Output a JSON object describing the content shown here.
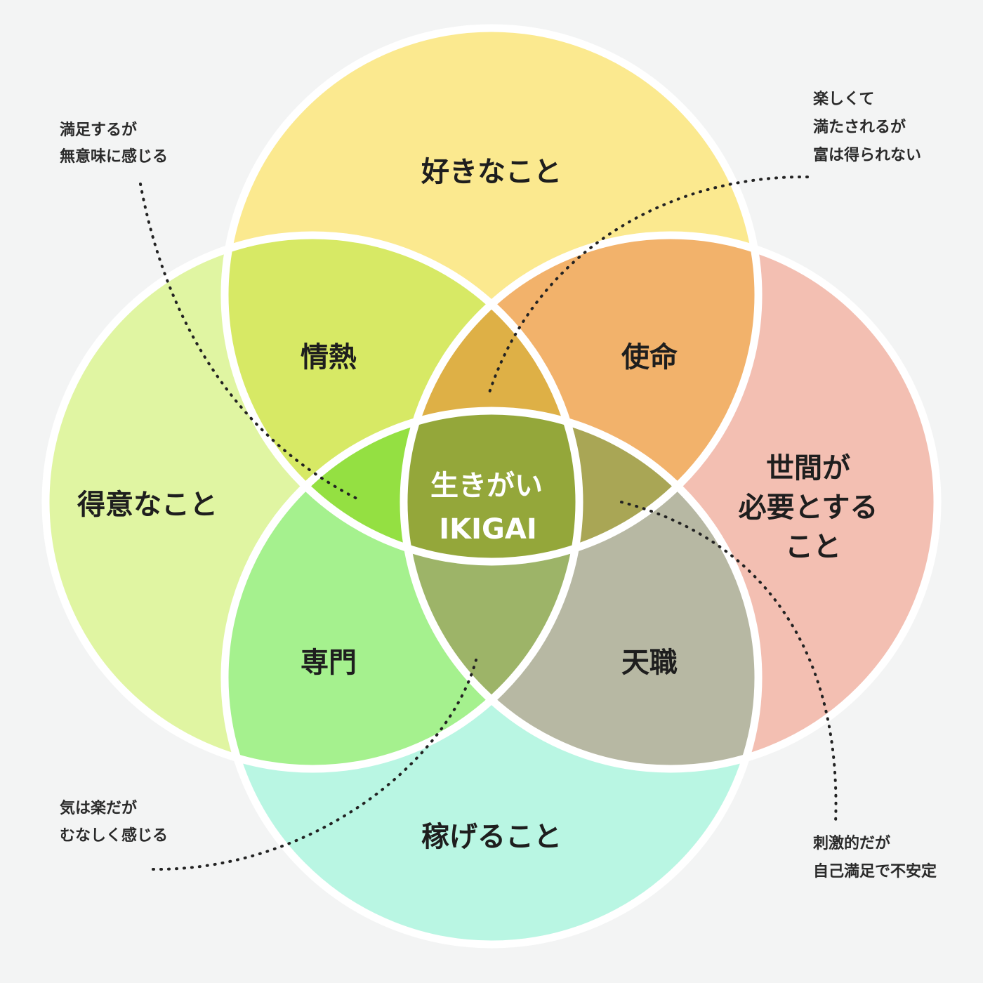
{
  "diagram": {
    "circles": {
      "top": "好きなこと",
      "left": "得意なこと",
      "right": [
        "世間が",
        "必要とする",
        "こと"
      ],
      "bottom": "稼げること"
    },
    "overlaps": {
      "top_left": "情熱",
      "top_right": "使命",
      "bottom_left": "専門",
      "bottom_right": "天職"
    },
    "center": {
      "line1": "生きがい",
      "line2": "IKIGAI"
    },
    "notes": {
      "top_left": [
        "満足するが",
        "無意味に感じる"
      ],
      "top_right": [
        "楽しくて",
        "満たされるが",
        "富は得られない"
      ],
      "bottom_left": [
        "気は楽だが",
        "むなしく感じる"
      ],
      "bottom_right": [
        "刺激的だが",
        "自己満足で不安定"
      ]
    },
    "colors": {
      "top": "#fbe98f",
      "left": "#e0f5a2",
      "right": "#f3bfb2",
      "bottom": "#b9f6e3",
      "passion": "#d7e965",
      "mission": "#f2b26b",
      "profession": "#a5f18e",
      "vocation": "#b7b8a3",
      "center": "#94a73a",
      "outline": "#ffffff"
    }
  }
}
